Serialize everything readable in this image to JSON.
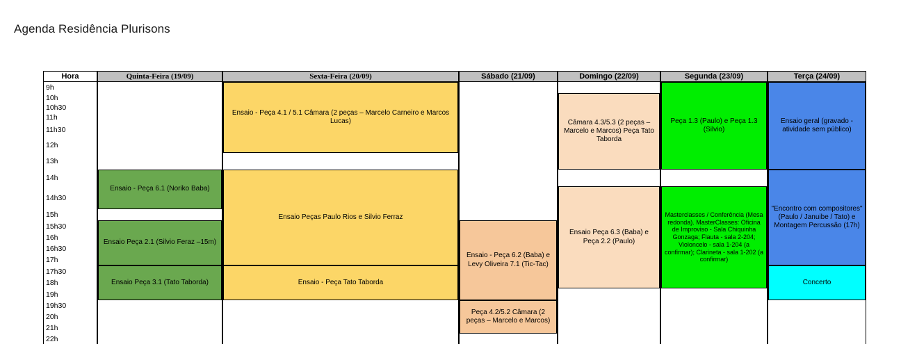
{
  "page": {
    "title": "Agenda Residência Plurisons"
  },
  "colors": {
    "header_bg": "#c0c0c0",
    "green": "#6aa84f",
    "yellow": "#fcd667",
    "peach_light": "#fadcbe",
    "peach_dark": "#f6c79a",
    "bright_green": "#00ee00",
    "blue": "#4a86e8",
    "cyan": "#00ffff",
    "border": "#000000"
  },
  "table": {
    "hour_header": "Hora",
    "columns": [
      {
        "label": "Quinta-Feira (19/09)"
      },
      {
        "label": "Sexta-Feira (20/09)"
      },
      {
        "label": "Sábado (21/09)"
      },
      {
        "label": "Domingo (22/09)"
      },
      {
        "label": "Segunda (23/09)"
      },
      {
        "label": "Terça (24/09)"
      }
    ],
    "hours": [
      "9h",
      "10h",
      "10h30",
      "11h",
      "11h30",
      "12h",
      "13h",
      "14h",
      "14h30",
      "15h",
      "15h30",
      "16h",
      "16h30",
      "17h",
      "17h30",
      "18h",
      "19h",
      "19h30",
      "20h",
      "21h",
      "22h"
    ],
    "events": [
      {
        "id": "qui-1",
        "day": "Quinta-Feira (19/09)",
        "text": "Ensaio - Peça 6.1 (Noriko Baba)",
        "color": "#6aa84f",
        "start": "14h",
        "end": "15h"
      },
      {
        "id": "qui-2",
        "day": "Quinta-Feira (19/09)",
        "text": "Ensaio Peça 2.1 (Silvio Feraz –15m)",
        "color": "#6aa84f",
        "start": "15h30",
        "end": "17h30"
      },
      {
        "id": "qui-3",
        "day": "Quinta-Feira (19/09)",
        "text": "Ensaio Peça 3.1 (Tato Taborda)",
        "color": "#6aa84f",
        "start": "17h30",
        "end": "19h30"
      },
      {
        "id": "sex-1",
        "day": "Sexta-Feira (20/09)",
        "text": "Ensaio - Peça 4.1 / 5.1 Câmara (2 peças – Marcelo Carneiro e Marcos Lucas)",
        "color": "#fcd667",
        "start": "9h",
        "end": "13h"
      },
      {
        "id": "sex-2",
        "day": "Sexta-Feira (20/09)",
        "text": "Ensaio Peças Paulo Rios e Silvio Ferraz",
        "color": "#fcd667",
        "start": "14h",
        "end": "17h30"
      },
      {
        "id": "sex-3",
        "day": "Sexta-Feira (20/09)",
        "text": "Ensaio - Peça Tato Taborda",
        "color": "#fcd667",
        "start": "17h30",
        "end": "19h30"
      },
      {
        "id": "sab-1",
        "day": "Sábado (21/09)",
        "text": "Ensaio - Peça 6.2 (Baba) e Levy Oliveira 7.1 (Tic-Tac)",
        "color": "#f6c79a",
        "start": "15h30",
        "end": "19h30"
      },
      {
        "id": "sab-2",
        "day": "Sábado (21/09)",
        "text": "Peça 4.2/5.2 Câmara (2 peças – Marcelo e Marcos)",
        "color": "#f6c79a",
        "start": "19h30",
        "end": "22h"
      },
      {
        "id": "dom-1",
        "day": "Domingo (22/09)",
        "text": "Câmara 4.3/5.3 (2 peças – Marcelo e Marcos) Peça Tato Taborda",
        "color": "#fadcbe",
        "start": "10h",
        "end": "14h"
      },
      {
        "id": "dom-2",
        "day": "Domingo (22/09)",
        "text": "Ensaio Peça 6.3 (Baba) e Peça 2.2 (Paulo)",
        "color": "#fadcbe",
        "start": "14h30",
        "end": "19h"
      },
      {
        "id": "seg-1",
        "day": "Segunda (23/09)",
        "text": "Peça 1.3 (Paulo) e Peça 1.3 (Silvio)",
        "color": "#00ee00",
        "start": "9h",
        "end": "14h"
      },
      {
        "id": "seg-2",
        "day": "Segunda (23/09)",
        "text": "Masterclasses / Conferência (Mesa redonda). MasterClasses: Oficina de Improviso - Sala Chiquinha Gonzaga; Flauta - sala 2-204; Violoncelo - sala 1-204 (a confirmar); Clarineta - sala 1-202 (a confirmar)",
        "color": "#00ee00",
        "start": "14h30",
        "end": "19h"
      },
      {
        "id": "ter-1",
        "day": "Terça (24/09)",
        "text": "Ensaio geral (gravado - atividade sem público)",
        "color": "#4a86e8",
        "start": "9h",
        "end": "14h"
      },
      {
        "id": "ter-2",
        "day": "Terça (24/09)",
        "text": "\"Encontro com compositores\" (Paulo / Januibe / Tato) e Montagem Percussão (17h)",
        "color": "#4a86e8",
        "start": "14h",
        "end": "17h30"
      },
      {
        "id": "ter-3",
        "day": "Terça (24/09)",
        "text": "Concerto",
        "color": "#00ffff",
        "start": "17h30",
        "end": "19h30"
      }
    ]
  },
  "layout": {
    "col_x": [
      78,
      258,
      598,
      740,
      888,
      1042,
      1184
    ],
    "row_y": [
      0,
      16,
      30,
      44,
      58,
      80,
      102,
      126,
      150,
      183,
      199,
      216,
      232,
      248,
      264,
      281,
      297,
      314,
      330,
      346,
      362,
      378
    ]
  }
}
